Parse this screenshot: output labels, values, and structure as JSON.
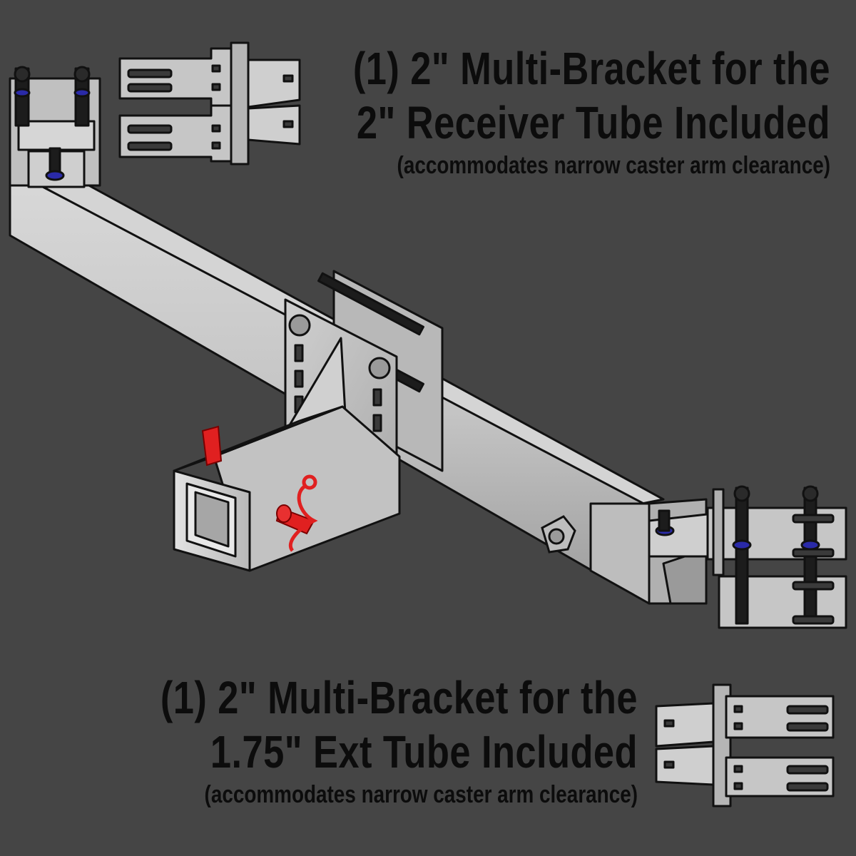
{
  "captions": {
    "top": {
      "line1": "(1) 2\" Multi-Bracket for the",
      "line2": "2\" Receiver Tube Included",
      "note": "(accommodates narrow caster arm clearance)"
    },
    "bottom": {
      "line1": "(1) 2\" Multi-Bracket for the",
      "line2": "1.75\" Ext Tube Included",
      "note": "(accommodates narrow caster arm clearance)"
    }
  },
  "colors": {
    "background": "#454545",
    "metal": "#c9c9c9",
    "metal_shade": "#a9a9a9",
    "outline": "#111111",
    "pin_red": "#e02020",
    "washer_blue": "#2a2aa8",
    "text": "#0c0c0c"
  }
}
